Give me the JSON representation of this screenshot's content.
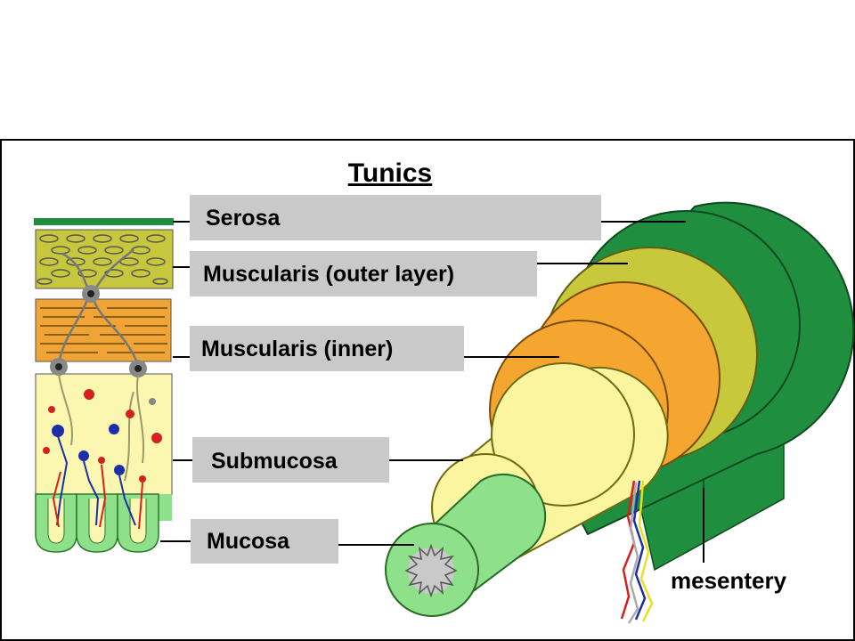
{
  "title": "Tunics",
  "labels": {
    "serosa": "Serosa",
    "muscularis_outer": "Muscularis (outer layer)",
    "muscularis_inner": "Muscularis (inner)",
    "submucosa": "Submucosa",
    "mucosa": "Mucosa",
    "mesentery": "mesentery"
  },
  "colors": {
    "serosa": "#1f8f3f",
    "muscularis_outer": "#c8c83c",
    "muscularis_inner": "#f4a631",
    "submucosa": "#fbf5a0",
    "mucosa": "#8ee08a",
    "label_box": "#c9c9c9"
  }
}
